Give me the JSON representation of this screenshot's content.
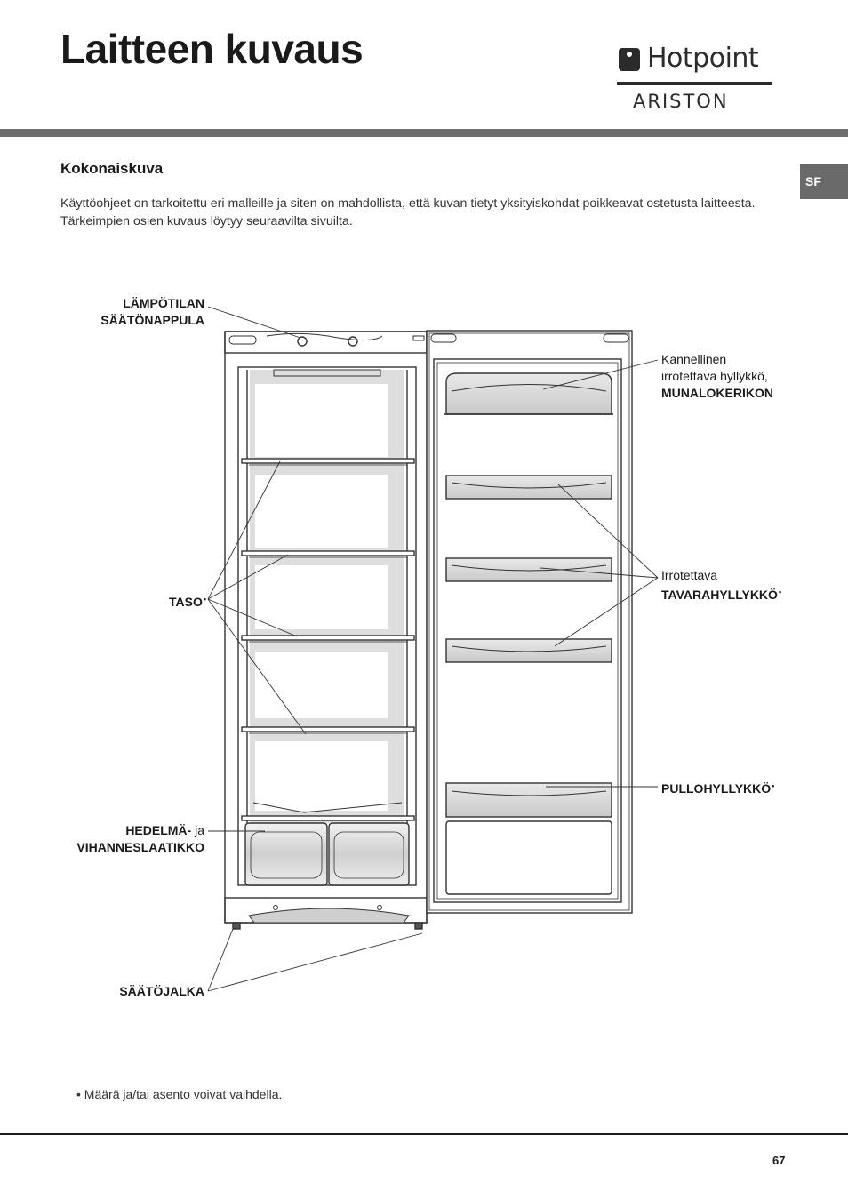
{
  "page": {
    "title": "Laitteen kuvaus",
    "lang_tab": "SF",
    "page_number": "67"
  },
  "logo": {
    "brand": "Hotpoint",
    "sub": "ARISTON"
  },
  "section": {
    "title": "Kokonaiskuva",
    "intro": "Käyttöohjeet on tarkoitettu eri malleille ja siten on mahdollista, että kuvan tietyt yksityiskohdat poikkeavat ostetusta laitteesta. Tärkeimpien osien kuvaus löytyy seuraavilta sivuilta."
  },
  "labels": {
    "thermostat_line1": "LÄMPÖTILAN",
    "thermostat_line2": "SÄÄTÖNAPPULA",
    "shelf": "TASO",
    "crisper_bold": "HEDELMÄ-",
    "crisper_join": " ja",
    "crisper_line2": "VIHANNESLAATIKKO",
    "feet": "SÄÄTÖJALKA",
    "egg_line1": "Kannellinen",
    "egg_line2": "irrotettava hyllykkö,",
    "egg_line3": "MUNALOKERIKON",
    "door_shelf_line1": "Irrotettava",
    "door_shelf_line2": "TAVARAHYLLYKKÖ",
    "bottle_shelf": "PULLOHYLLYKKÖ",
    "marker": "•"
  },
  "footnote": {
    "marker": "•",
    "text": " Määrä ja/tai asento voivat vaihdella."
  },
  "colors": {
    "band": "#6e6e6e",
    "outline": "#333333",
    "shading": "#dcdcdc"
  }
}
